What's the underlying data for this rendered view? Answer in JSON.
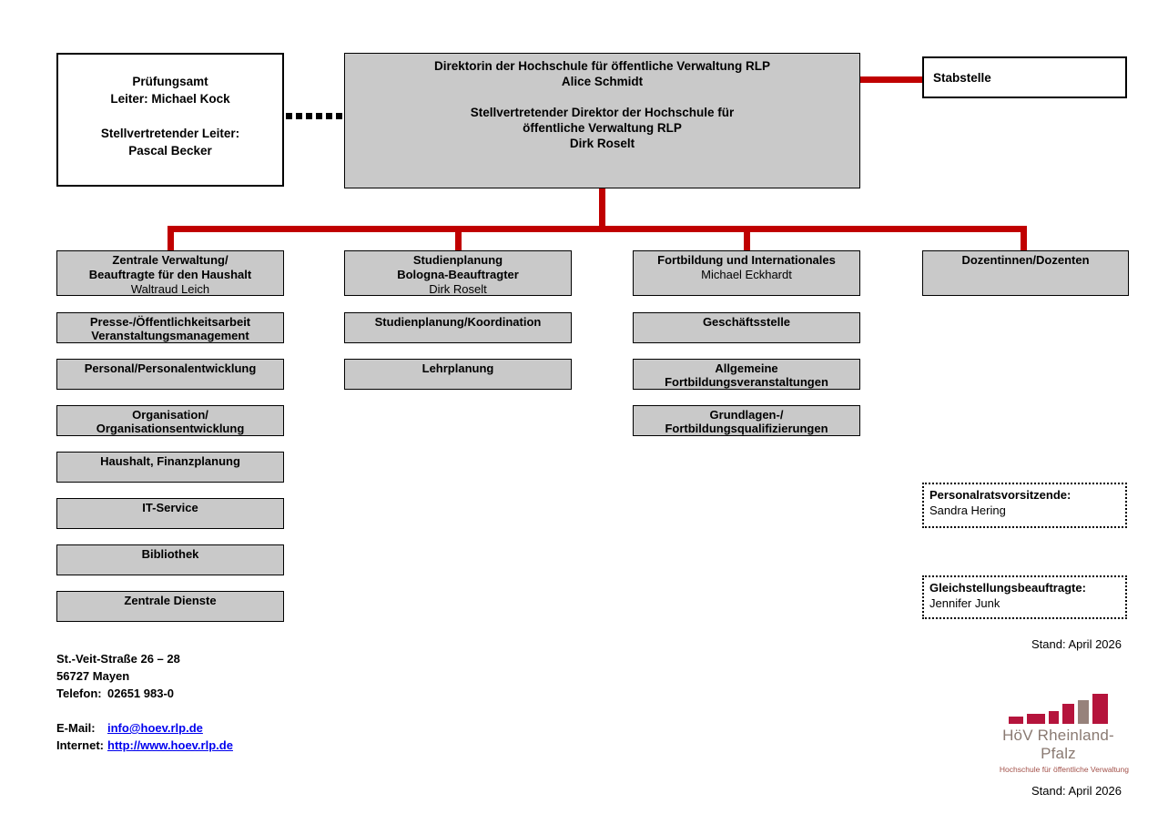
{
  "direktion": {
    "lines": [
      "Direktorin der Hochschule für öffentliche Verwaltung RLP",
      "Alice Schmidt",
      "Stellvertretender Direktor der Hochschule für",
      "öffentliche Verwaltung RLP",
      "Dirk Roselt"
    ]
  },
  "pruefungsamt": {
    "lines": [
      "Prüfungsamt",
      "Leiter: Michael Kock",
      "Stellvertretender Leiter:",
      "Pascal Becker"
    ]
  },
  "stabstelle": {
    "label": "Stabstelle"
  },
  "col1": {
    "header": {
      "title": [
        "Zentrale Verwaltung/",
        "Beauftragte für den Haushalt"
      ],
      "name": "Waltraud Leich"
    },
    "items": [
      [
        "Presse-/Öffentlichkeitsarbeit",
        "Veranstaltungsmanagement"
      ],
      [
        "Personal/Personalentwicklung"
      ],
      [
        "Organisation/",
        "Organisationsentwicklung"
      ],
      [
        "Haushalt, Finanzplanung"
      ],
      [
        "IT-Service"
      ],
      [
        "Bibliothek"
      ],
      [
        "Zentrale Dienste"
      ]
    ]
  },
  "col2": {
    "header": {
      "title": [
        "Studienplanung",
        "Bologna-Beauftragter"
      ],
      "name": "Dirk Roselt"
    },
    "items": [
      [
        "Studienplanung/Koordination"
      ],
      [
        "Lehrplanung"
      ]
    ]
  },
  "col3": {
    "header": {
      "title": [
        "Fortbildung und Internationales"
      ],
      "name": "Michael Eckhardt"
    },
    "items": [
      [
        "Geschäftsstelle"
      ],
      [
        "Allgemeine",
        "Fortbildungsveranstaltungen"
      ],
      [
        "Grundlagen-/",
        "Fortbildungsqualifizierungen"
      ]
    ]
  },
  "col4": {
    "header": {
      "title": [
        "Dozentinnen/Dozenten"
      ]
    }
  },
  "side": {
    "personalrat": {
      "title": "Personalratsvorsitzende:",
      "name": "Sandra Hering"
    },
    "gleichstellung": {
      "title": "Gleichstellungsbeauftragte:",
      "name": "Jennifer Junk"
    }
  },
  "stand": "Stand: April 2026",
  "contact": {
    "address_line1": "St.-Veit-Straße 26 – 28",
    "address_line2": "56727 Mayen",
    "phone_label": "Telefon:",
    "phone_value": "02651 983-0",
    "email_label": "E-Mail:",
    "email_value": "info@hoev.rlp.de",
    "internet_label": "Internet:",
    "internet_value": "http://www.hoev.rlp.de"
  },
  "logo": {
    "title": "HöV Rheinland-Pfalz",
    "subtitle": "Hochschule für öffentliche Verwaltung",
    "colors": {
      "crimson": "#b5143c",
      "taupe": "#97827b",
      "title_text": "#8a7a72",
      "subtitle_text": "#a25049"
    }
  },
  "connector_color": "#c00000"
}
